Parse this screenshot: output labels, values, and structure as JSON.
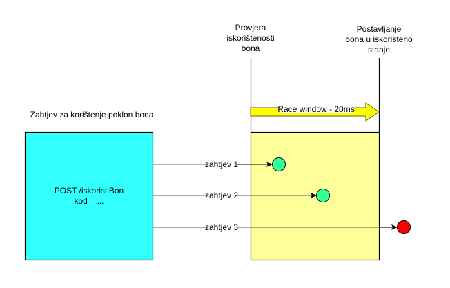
{
  "diagram": {
    "title": "Zahtjev za korištenje poklon bona",
    "request_box": {
      "line1": "POST /iskoristiBon",
      "line2": "kod = ...",
      "fill": "#33FFFF"
    },
    "window_box": {
      "fill": "#FFFF99"
    },
    "markers": {
      "check": {
        "lines": [
          "Provjera",
          "iskorištenosti",
          "bona"
        ]
      },
      "set": {
        "lines": [
          "Postavljanje",
          "bona u iskorišteno",
          "stanje"
        ]
      }
    },
    "race_window": {
      "label": "Race window - 20ms",
      "fill": "#FFFF00"
    },
    "requests": [
      {
        "label": "zahtjev 1",
        "result_color": "#33FF99"
      },
      {
        "label": "zahtjev 2",
        "result_color": "#33FF99"
      },
      {
        "label": "zahtjev 3",
        "result_color": "#FF0000"
      }
    ]
  }
}
